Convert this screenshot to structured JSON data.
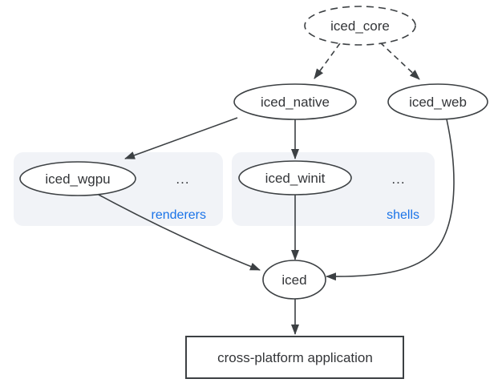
{
  "diagram": {
    "colors": {
      "background": "#ffffff",
      "stroke": "#3c4043",
      "text": "#333538",
      "accent": "#1a73e8",
      "group_fill": "#f1f3f7"
    },
    "nodes": {
      "core": {
        "label": "iced_core",
        "shape": "ellipse",
        "style": "dashed"
      },
      "native": {
        "label": "iced_native",
        "shape": "ellipse",
        "style": "solid"
      },
      "web": {
        "label": "iced_web",
        "shape": "ellipse",
        "style": "solid"
      },
      "wgpu": {
        "label": "iced_wgpu",
        "shape": "ellipse",
        "style": "solid"
      },
      "winit": {
        "label": "iced_winit",
        "shape": "ellipse",
        "style": "solid"
      },
      "iced": {
        "label": "iced",
        "shape": "ellipse",
        "style": "solid"
      },
      "app": {
        "label": "cross-platform application",
        "shape": "rect",
        "style": "solid"
      }
    },
    "groups": {
      "renderers": {
        "label": "renderers",
        "ellipsis": "..."
      },
      "shells": {
        "label": "shells",
        "ellipsis": "..."
      }
    },
    "edges": [
      {
        "from": "iced_core",
        "to": "iced_native",
        "style": "dashed"
      },
      {
        "from": "iced_core",
        "to": "iced_web",
        "style": "dashed"
      },
      {
        "from": "iced_native",
        "to": "iced_wgpu",
        "style": "solid"
      },
      {
        "from": "iced_native",
        "to": "iced_winit",
        "style": "solid"
      },
      {
        "from": "iced_wgpu",
        "to": "iced",
        "style": "solid"
      },
      {
        "from": "iced_winit",
        "to": "iced",
        "style": "solid"
      },
      {
        "from": "iced_web",
        "to": "iced",
        "style": "solid"
      },
      {
        "from": "iced",
        "to": "cross-platform application",
        "style": "solid"
      }
    ]
  }
}
